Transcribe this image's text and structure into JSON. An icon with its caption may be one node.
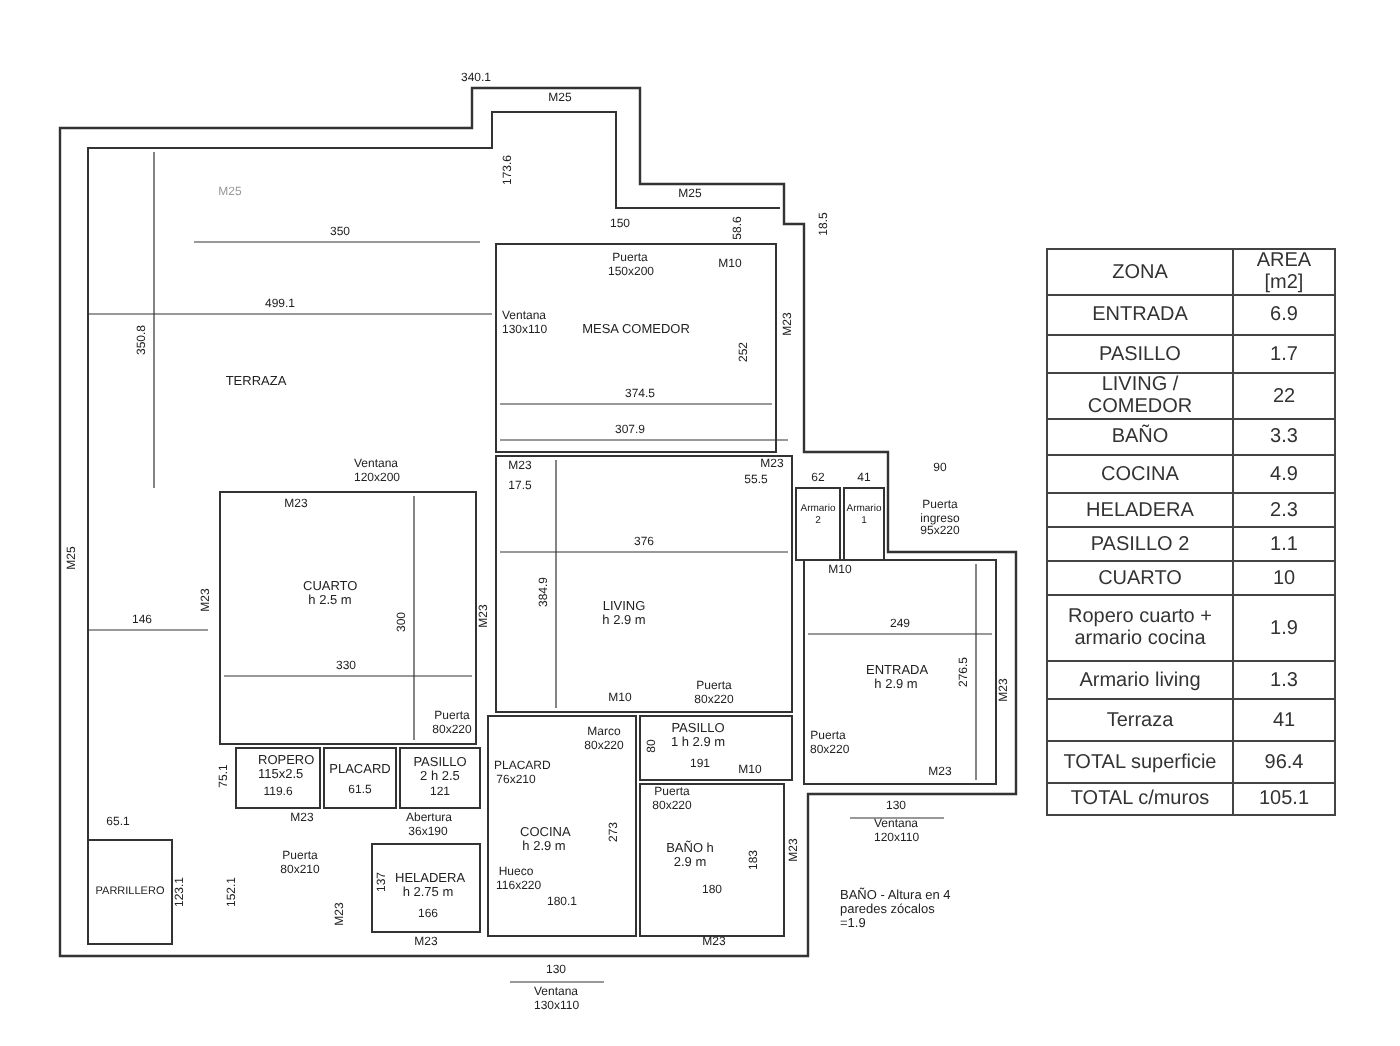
{
  "diagram": {
    "labels": [
      "340.1",
      "M25",
      "M25",
      "173.6",
      "M25",
      "58.6",
      "18.5",
      "350",
      "150",
      "Puerta 150x200",
      "M10",
      "499.1",
      "Ventana 130x110",
      "MESA COMEDOR",
      "350.8",
      "252",
      "M23",
      "TERRAZA",
      "374.5",
      "307.9",
      "Ventana 120x200",
      "M23",
      "M23",
      "17.5",
      "M23",
      "55.5",
      "62",
      "41",
      "90",
      "Armario 2",
      "Armario 1",
      "Puerta ingreso 95x220",
      "376",
      "M25",
      "M23",
      "CUARTO h 2.5 m",
      "M23",
      "384.9",
      "LIVING h 2.9 m",
      "M10",
      "249",
      "146",
      "300",
      "ENTRADA h 2.9 m",
      "276.5",
      "M23",
      "330",
      "Puerta 80x220",
      "M10",
      "Puerta 80x220",
      "Marco 80x220",
      "80",
      "PASILLO 1 h 2.9 m",
      "Puerta 80x220",
      "191",
      "M10",
      "75.1",
      "ROPERO 115x2.5",
      "PLACARD",
      "PASILLO 2 h 2.5",
      "PLACARD 76x210",
      "119.6",
      "61.5",
      "121",
      "130",
      "M23",
      "Puerta 80x220",
      "Ventana 120x110",
      "M23",
      "65.1",
      "Puerta 80x210",
      "Abertura 36x190",
      "COCINA h 2.9 m",
      "273",
      "M23",
      "183",
      "BAÑO h 2.9 m",
      "PARRILLERO",
      "123.1",
      "152.1",
      "137",
      "HELADERA h 2.75 m",
      "Hueco 116x220",
      "180.1",
      "180",
      "166",
      "BAÑO - Altura en 4 paredes zócalos =1.9",
      "M23",
      "M23",
      "M23",
      "130",
      "Ventana 130x110",
      "ZONA",
      "AREA [m2]",
      "ENTRADA",
      "6.9",
      "PASILLO",
      "1.7",
      "LIVING / COMEDOR",
      "22",
      "BAÑO",
      "3.3",
      "COCINA",
      "4.9",
      "HELADERA",
      "2.3",
      "PASILLO 2",
      "1.1",
      "CUARTO",
      "10",
      "Ropero cuarto + armario cocina",
      "1.9",
      "Armario living",
      "1.3",
      "Terraza",
      "41",
      "TOTAL superficie",
      "96.4",
      "TOTAL c/muros",
      "105.1"
    ]
  }
}
